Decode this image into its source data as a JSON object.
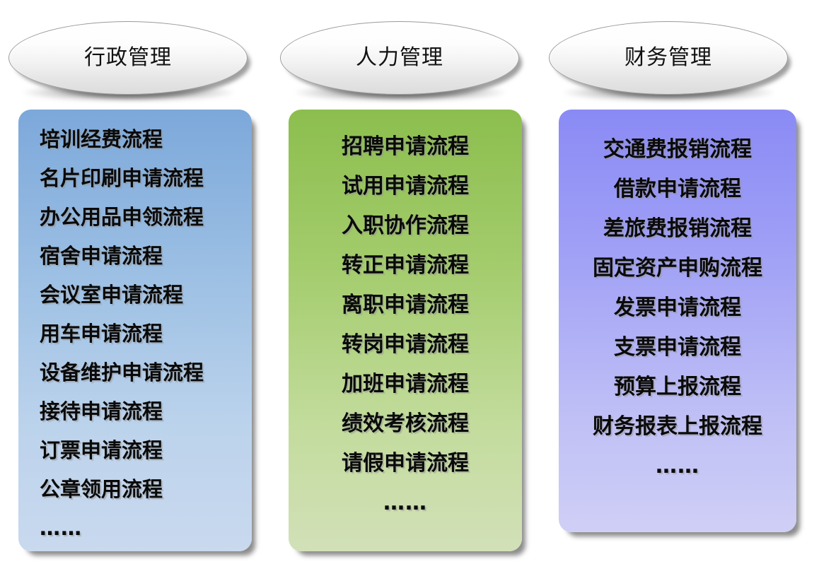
{
  "columns": [
    {
      "id": "administration",
      "header": "行政管理",
      "accent": "#7ca8da",
      "accent_bottom": "#c9d9ee",
      "align": "left",
      "items": [
        "培训经费流程",
        "名片印刷申请流程",
        "办公用品申领流程",
        "宿舍申请流程",
        "会议室申请流程",
        "用车申请流程",
        "设备维护申请流程",
        "接待申请流程",
        "订票申请流程",
        "公章领用流程"
      ],
      "more": "……"
    },
    {
      "id": "human-resources",
      "header": "人力管理",
      "accent": "#8cbe4e",
      "accent_bottom": "#d2e0b8",
      "align": "center",
      "items": [
        "招聘申请流程",
        "试用申请流程",
        "入职协作流程",
        "转正申请流程",
        "离职申请流程",
        "转岗申请流程",
        "加班申请流程",
        "绩效考核流程",
        "请假申请流程"
      ],
      "more": "……"
    },
    {
      "id": "finance",
      "header": "财务管理",
      "accent": "#8a8af5",
      "accent_bottom": "#cfcff6",
      "align": "center",
      "items": [
        "交通费报销流程",
        "借款申请流程",
        "差旅费报销流程",
        "固定资产申购流程",
        "发票申请流程",
        "支票申请流程",
        "预算上报流程",
        "财务报表上报流程"
      ],
      "more": "……"
    }
  ]
}
